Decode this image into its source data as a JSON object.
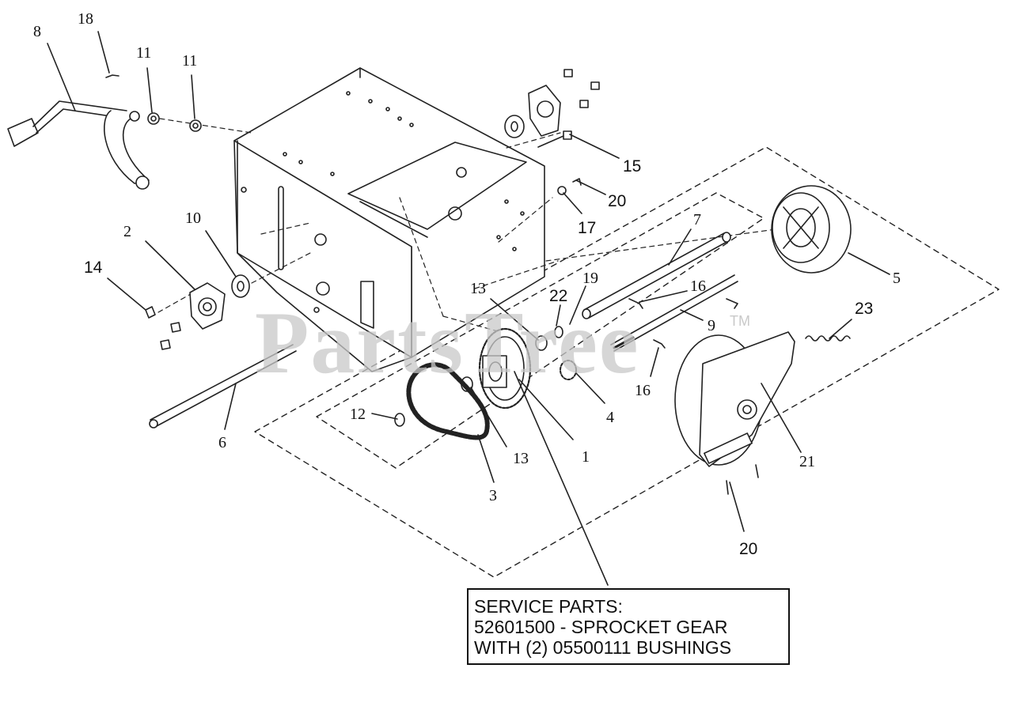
{
  "watermark": {
    "text": "PartsTree",
    "tm": "TM"
  },
  "callouts": {
    "c8": "8",
    "c18": "18",
    "c11a": "11",
    "c11b": "11",
    "c2": "2",
    "c10": "10",
    "c14": "14",
    "c6": "6",
    "c12": "12",
    "c13a": "13",
    "c13b": "13",
    "c3": "3",
    "c1": "1",
    "c22": "22",
    "c19": "19",
    "c7": "7",
    "c16a": "16",
    "c16b": "16",
    "c9": "9",
    "c4": "4",
    "c5": "5",
    "c23": "23",
    "c21": "21",
    "c15": "15",
    "c20a": "20",
    "c17": "17",
    "c20b": "20"
  },
  "service": {
    "line1": "SERVICE PARTS:",
    "line2": "52601500 - SPROCKET GEAR",
    "line3": "WITH (2) 05500111 BUSHINGS"
  }
}
